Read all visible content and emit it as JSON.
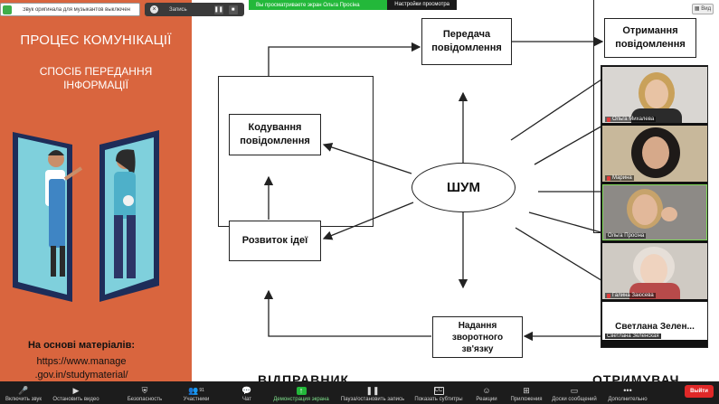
{
  "notification": {
    "text": "Звук оригинала для музыкантов выключен"
  },
  "recording": {
    "label": "Запись",
    "pause": "❚❚",
    "stop": "■"
  },
  "share_banner": {
    "text": "Вы просматриваете экран Ольга Просіна",
    "view_options": "Настройки просмотра"
  },
  "view_toggle": {
    "label": "Вид"
  },
  "slide": {
    "title": "ПРОЦЕС КОМУНІКАЦІЇ",
    "subtitle_line1": "СПОСІБ ПЕРЕДАННЯ",
    "subtitle_line2": "ІНФОРМАЦІЇ",
    "source_label": "На основі матеріалів:",
    "source_url_line1": "https://www.manage",
    "source_url_line2": ".gov.in/studymaterial/"
  },
  "diagram": {
    "transmit": [
      "Передача",
      "повідомлення"
    ],
    "receive": [
      "Отримання",
      "повідомлення"
    ],
    "encode": [
      "Кодування",
      "повідомлення"
    ],
    "idea": "Розвиток ідеї",
    "noise": "ШУМ",
    "feedback": [
      "Надання",
      "зворотного",
      "зв'язку"
    ],
    "bottom_left_cut": "ВІДПРАВНИК",
    "bottom_right_cut": "ОТРИМУВАЧ"
  },
  "participants": [
    {
      "name": "Ольга Михалева",
      "muted": true,
      "bg": "#d9d6d2",
      "face": "#e8c3a4",
      "hair": "#c9a15a"
    },
    {
      "name": "Марина",
      "muted": true,
      "bg": "#c8b89b",
      "face": "#d6a98a",
      "hair": "#1e1a18"
    },
    {
      "name": "Ольга Просіна",
      "muted": false,
      "bg": "#8d8a86",
      "face": "#e2b89a",
      "hair": "#c7a36b"
    },
    {
      "name": "Галина Заюсева",
      "muted": true,
      "bg": "#cfcac3",
      "face": "#efd3bf",
      "hair": "#e6dfd8"
    }
  ],
  "name_only_tile": {
    "display": "Светлана  Зелен...",
    "label": "Светлана Зеленская"
  },
  "toolbar": {
    "items": [
      {
        "label": "Включить звук",
        "icon": "🎤"
      },
      {
        "label": "Остановить видео",
        "icon": "▶"
      },
      {
        "label": "Безопасность",
        "icon": "⛨"
      },
      {
        "label": "Участники",
        "icon": "👥",
        "count": "91"
      },
      {
        "label": "Чат",
        "icon": "💬"
      },
      {
        "label": "Демонстрация экрана",
        "icon": "↑"
      },
      {
        "label": "Пауза/остановить запись",
        "icon": "❚❚"
      },
      {
        "label": "Показать субтитры",
        "icon": "CC"
      },
      {
        "label": "Реакции",
        "icon": "☺"
      },
      {
        "label": "Приложения",
        "icon": "⊞"
      },
      {
        "label": "Доски сообщений",
        "icon": "▭"
      },
      {
        "label": "Дополнительно",
        "icon": "•••"
      }
    ],
    "leave": "Выйти"
  },
  "colors": {
    "slide_orange": "#d9653e",
    "share_green": "#23b83a",
    "leave_red": "#e02828",
    "toolbar_bg": "#1c1c1c"
  }
}
